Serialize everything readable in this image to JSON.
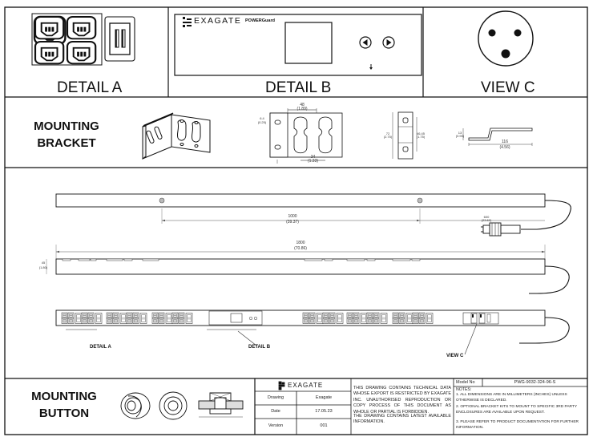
{
  "sections": {
    "detail_a": "DETAIL A",
    "detail_b": "DETAIL B",
    "view_c": "VIEW C",
    "mounting_bracket_line1": "MOUNTING",
    "mounting_bracket_line2": "BRACKET",
    "mounting_button_line1": "MOUNTING",
    "mounting_button_line2": "BUTTON"
  },
  "device": {
    "brand": "EXAGATE",
    "model_name": "POWERGuard"
  },
  "bracket_dims": {
    "width_48": "48",
    "width_48_in": "(1.89)",
    "hole_64": "6.4",
    "hole_64_in": "(0.25)",
    "spacing_34": "34",
    "spacing_34_in": "(1.33)",
    "height_72": "72",
    "height_72_in": "(2.75)",
    "height_4645": "46.45",
    "height_4645_in": "(1.75)",
    "thick_13": "13",
    "thick_13_in": "(0.90)",
    "length_116": "116",
    "length_116_in": "(4.56)"
  },
  "strip_dims": {
    "length_1000": "1000",
    "length_1000_in": "(39.37)",
    "length_1800": "1800",
    "length_1800_in": "(70.86)",
    "cable_600": "600",
    "cable_600_in": "(23.62)",
    "depth_45": "45",
    "depth_45_in": "(1.80)"
  },
  "callouts": {
    "detail_a": "DETAIL A",
    "detail_b": "DETAIL B",
    "view_c": "VIEW C"
  },
  "title_block": {
    "brand": "EXAGATE",
    "rows": [
      {
        "label": "Drawing",
        "value": "Exagate"
      },
      {
        "label": "Date",
        "value": "17.05.23"
      },
      {
        "label": "Version",
        "value": "001"
      }
    ],
    "notice": "THIS DRAWING CONTAINS TECHNICAL DATA WHOSE EXPORT IS RESTRICTED BY EXAGATE INC. UNAUTHORISED REPRODUCTION OR COPY PROCESS OF THIS DOCUMENT AS WHOLE OR PARTIAL IS FORBIDDEN.",
    "notice2": "THE DRAWING CONTAINS LATEST AVAILABLE INFORMATION.",
    "model_label": "Model No",
    "model_value": "PWG-9032-324-96-S",
    "notes_title": "NOTES:",
    "notes": [
      "1. ALL DIMENSIONS ARE IN MILLIMETERS (INCHES) UNLESS OTHERWISE IS DECLARED.",
      "2. OPTIONAL BRACKET KITS TO MOUNT TO SPECIFIC 3RD PARTY ENCLOSURES ARE AVAILABLE UPON REQUEST.",
      "3. PLEASE REFER TO PRODUCT DOCUMENTATION FOR FURTHER INFORMATION."
    ]
  }
}
